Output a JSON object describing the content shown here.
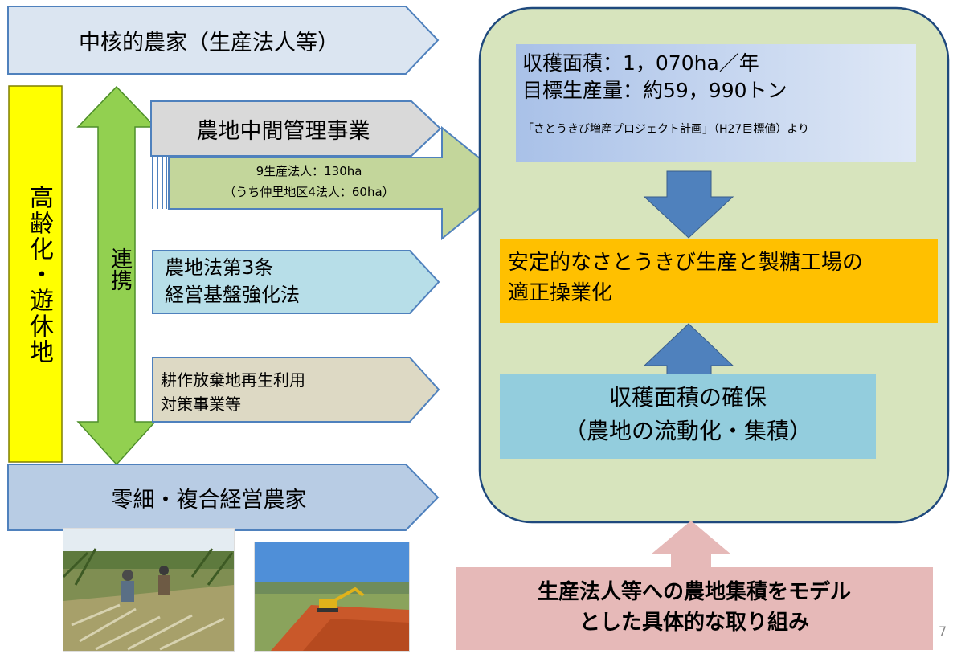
{
  "top_farmer": "中核的農家（生産法人等）",
  "aging_label": "高齢化・遊休地",
  "cooperation_label": "連携",
  "intermediate_business": "農地中間管理事業",
  "corporations_line1": "9生産法人：130ha",
  "corporations_line2": "（うち仲里地区4法人：60ha）",
  "farmland_law_line1": "農地法第3条",
  "farmland_law_line2": "経営基盤強化法",
  "abandoned_land_line1": "耕作放棄地再生利用",
  "abandoned_land_line2": "対策事業等",
  "small_farmer": "零細・複合経営農家",
  "harvest_area_target": "収穫面積：1，070ha／年",
  "production_target": "目標生産量：約59，990トン",
  "target_source": "「さとうきび増産プロジェクト計画」（H27目標値）より",
  "stable_production_line1": "安定的なさとうきび生産と製糖工場の",
  "stable_production_line2": "適正操業化",
  "secure_area_line1": "収穫面積の確保",
  "secure_area_line2": "（農地の流動化・集積）",
  "model_line1": "生産法人等への農地集積をモデル",
  "model_line2": "とした具体的な取り組み",
  "page_number": "7",
  "colors": {
    "pale_blue": "#dbe5f1",
    "yellow": "#ffff00",
    "green": "#92d050",
    "grey": "#d9d9d9",
    "olive_green": "#c3d69b",
    "light_cyan": "#b7dee8",
    "tan": "#ddd9c4",
    "steel_blue": "#b8cce4",
    "panel_green": "#d7e4bd",
    "panel_border": "#1f497d",
    "orange": "#ffc000",
    "cyan": "#93cddd",
    "blue_arrow": "#4f81bd",
    "pink": "#e6b9b8"
  }
}
